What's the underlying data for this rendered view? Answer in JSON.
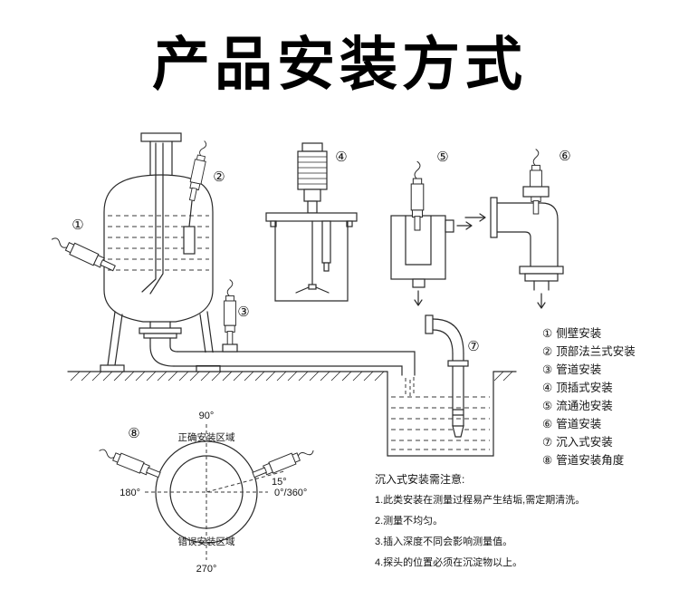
{
  "title": "产品安装方式",
  "legend": {
    "items": [
      {
        "num": "①",
        "label": "侧壁安装"
      },
      {
        "num": "②",
        "label": "顶部法兰式安装"
      },
      {
        "num": "③",
        "label": "管道安装"
      },
      {
        "num": "④",
        "label": "顶插式安装"
      },
      {
        "num": "⑤",
        "label": "流通池安装"
      },
      {
        "num": "⑥",
        "label": "管道安装"
      },
      {
        "num": "⑦",
        "label": "沉入式安装"
      },
      {
        "num": "⑧",
        "label": "管道安装角度"
      }
    ]
  },
  "angle": {
    "deg_90": "90°",
    "deg_180": "180°",
    "deg_270": "270°",
    "deg_0_360": "0°/360°",
    "deg_15": "15°",
    "correct_zone": "正确安装区域",
    "wrong_zone": "错误安装区域"
  },
  "notes": {
    "title": "沉入式安装需注意:",
    "items": [
      "1.此类安装在测量过程易产生结垢,需定期清洗。",
      "2.测量不均匀。",
      "3.插入深度不同会影响测量值。",
      "4.探头的位置必须在沉淀物以上。"
    ]
  },
  "colors": {
    "ink": "#1a1a1a",
    "background": "#ffffff"
  }
}
